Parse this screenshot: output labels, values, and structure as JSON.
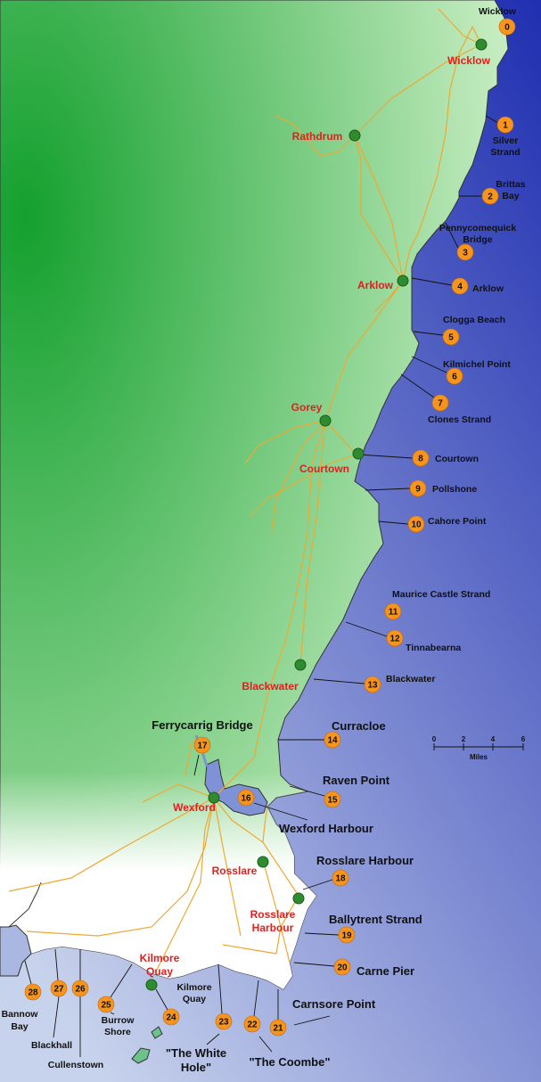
{
  "colors": {
    "sea_dark": "#1f2fb0",
    "sea_light": "#c7d2ec",
    "land_green_dark": "#14a02e",
    "land_green_light": "#c5ecc0",
    "land_white": "#ffffff",
    "road": "#f0a830",
    "marker": "#f7941d",
    "town_dot": "#2e8b2e",
    "town_label": "#e02020",
    "coast_line": "#333333"
  },
  "towns": [
    {
      "name": "Wicklow"
    },
    {
      "name": "Rathdrum"
    },
    {
      "name": "Arklow"
    },
    {
      "name": "Gorey"
    },
    {
      "name": "Courtown"
    },
    {
      "name": "Blackwater"
    },
    {
      "name": "Wexford"
    },
    {
      "name": "Rosslare"
    },
    {
      "name": "Rosslare Harbour"
    },
    {
      "name": "Kilmore Quay"
    }
  ],
  "sites": [
    {
      "num": "0",
      "lines": [
        "Wicklow"
      ]
    },
    {
      "num": "1",
      "lines": [
        "Silver",
        "Strand"
      ]
    },
    {
      "num": "2",
      "lines": [
        "Brittas",
        "Bay"
      ]
    },
    {
      "num": "3",
      "lines": [
        "Pennycomequick",
        "Bridge"
      ]
    },
    {
      "num": "4",
      "lines": [
        "Arklow"
      ]
    },
    {
      "num": "5",
      "lines": [
        "Clogga Beach"
      ]
    },
    {
      "num": "6",
      "lines": [
        "Kilmichel Point"
      ]
    },
    {
      "num": "7",
      "lines": [
        "Clones Strand"
      ]
    },
    {
      "num": "8",
      "lines": [
        "Courtown"
      ]
    },
    {
      "num": "9",
      "lines": [
        "Pollshone"
      ]
    },
    {
      "num": "10",
      "lines": [
        "Cahore Point"
      ]
    },
    {
      "num": "11",
      "lines": [
        "Maurice Castle Strand"
      ]
    },
    {
      "num": "12",
      "lines": [
        "Tinnabearna"
      ]
    },
    {
      "num": "13",
      "lines": [
        "Blackwater"
      ]
    },
    {
      "num": "14",
      "lines": [
        "Curracloe"
      ]
    },
    {
      "num": "15",
      "lines": [
        "Raven Point"
      ]
    },
    {
      "num": "16",
      "lines": [
        "Wexford Harbour"
      ]
    },
    {
      "num": "17",
      "lines": [
        "Ferrycarrig Bridge"
      ]
    },
    {
      "num": "18",
      "lines": [
        "Rosslare Harbour"
      ]
    },
    {
      "num": "19",
      "lines": [
        "Ballytrent Strand"
      ]
    },
    {
      "num": "20",
      "lines": [
        "Carne Pier"
      ]
    },
    {
      "num": "21",
      "lines": [
        "Carnsore Point"
      ]
    },
    {
      "num": "22",
      "lines": [
        "\"The Coombe\""
      ]
    },
    {
      "num": "23",
      "lines": [
        "\"The White",
        "Hole\""
      ]
    },
    {
      "num": "24",
      "lines": [
        "Kilmore",
        "Quay"
      ]
    },
    {
      "num": "25",
      "lines": [
        "Burrow",
        "Shore"
      ]
    },
    {
      "num": "26",
      "lines": [
        "Cullenstown"
      ]
    },
    {
      "num": "27",
      "lines": [
        "Blackhall"
      ]
    },
    {
      "num": "28",
      "lines": [
        "Bannow",
        "Bay"
      ]
    }
  ],
  "scale": {
    "ticks": [
      "0",
      "2",
      "4",
      "6"
    ],
    "unit": "Miles"
  }
}
